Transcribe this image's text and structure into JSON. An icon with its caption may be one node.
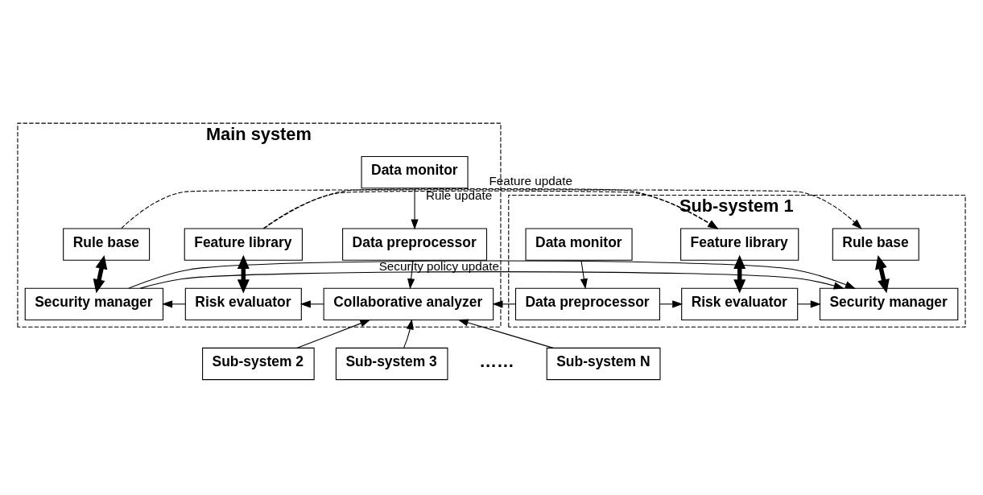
{
  "diagram": {
    "nodes": [
      {
        "text": [
          "Main system"
        ]
      },
      {
        "text": [
          "Data monitor"
        ],
        "in": 0
      },
      {
        "text": [
          "Rule base"
        ],
        "in": 0
      },
      {
        "text": [
          "Feature library"
        ],
        "in": 0
      },
      {
        "text": [
          "Data preprocessor"
        ],
        "in": 0
      },
      {
        "text": [
          "Security manager"
        ],
        "in": 0
      },
      {
        "text": [
          "Risk evaluator"
        ],
        "in": 0
      },
      {
        "text": [
          "Collaborative analyzer"
        ],
        "in": 0
      },
      {
        "text": [
          "Sub-system 1"
        ]
      },
      {
        "text": [
          "Data monitor"
        ],
        "in": 8
      },
      {
        "text": [
          "Feature library"
        ],
        "in": 8
      },
      {
        "text": [
          "Rule base"
        ],
        "in": 8
      },
      {
        "text": [
          "Data preprocessor"
        ],
        "in": 8
      },
      {
        "text": [
          "Risk evaluator"
        ],
        "in": 8
      },
      {
        "text": [
          "Security manager"
        ],
        "in": 8
      },
      {
        "text": [
          "Sub-system 2"
        ]
      },
      {
        "text": [
          "Sub-system 3"
        ]
      },
      {
        "text": [
          "Sub-system N"
        ]
      }
    ],
    "edges": [
      {
        "from": 1,
        "to": 4,
        "arrow": "to"
      },
      {
        "from": 4,
        "to": 7,
        "arrow": "to"
      },
      {
        "from": 7,
        "to": 6,
        "arrow": "to"
      },
      {
        "from": 6,
        "to": 5,
        "arrow": "to"
      },
      {
        "from": 2,
        "to": 5,
        "arrow": "both",
        "style": "thick"
      },
      {
        "from": 3,
        "to": 6,
        "arrow": "both",
        "style": "thick"
      },
      {
        "from": 2,
        "to": 11,
        "arrow": "to",
        "style": "dashed",
        "label": "Rule update"
      },
      {
        "from": 3,
        "to": 10,
        "arrow": "to",
        "style": "dashed",
        "label": "Feature update"
      },
      {
        "from": 9,
        "to": 12,
        "arrow": "to"
      },
      {
        "from": 12,
        "to": 7,
        "arrow": "to"
      },
      {
        "from": 12,
        "to": 13,
        "arrow": "to"
      },
      {
        "from": 13,
        "to": 14,
        "arrow": "to"
      },
      {
        "from": 10,
        "to": 13,
        "arrow": "both",
        "style": "thick"
      },
      {
        "from": 11,
        "to": 14,
        "arrow": "both",
        "style": "thick"
      },
      {
        "from": 15,
        "to": 7,
        "arrow": "to"
      },
      {
        "from": 16,
        "to": 7,
        "arrow": "to"
      },
      {
        "from": 17,
        "to": 7,
        "arrow": "to"
      },
      {
        "from": 5,
        "to": 14,
        "arrow": "to",
        "label": "Security policy update"
      }
    ],
    "labels": [
      "……"
    ]
  }
}
